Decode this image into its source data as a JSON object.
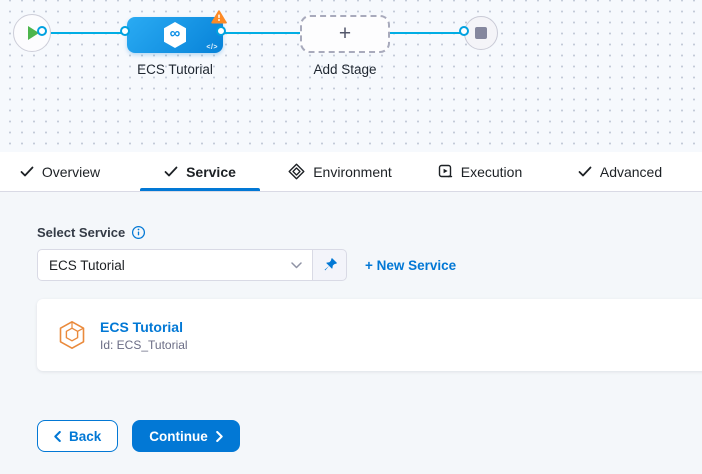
{
  "pipeline": {
    "stage": {
      "label": "ECS Tutorial",
      "infinity": "∞",
      "code_badge": "</>"
    },
    "add_stage": {
      "label": "Add Stage",
      "plus": "+"
    }
  },
  "tabs": {
    "overview": "Overview",
    "service": "Service",
    "environment": "Environment",
    "execution": "Execution",
    "advanced": "Advanced"
  },
  "service_panel": {
    "select_label": "Select Service",
    "select_value": "ECS Tutorial",
    "new_service": "+ New Service",
    "card": {
      "title": "ECS Tutorial",
      "id": "Id: ECS_Tutorial"
    }
  },
  "footer": {
    "back": "Back",
    "continue": "Continue"
  },
  "colors": {
    "primary": "#0278d5",
    "node_blue": "#0092e4",
    "connector": "#00ade4",
    "warning_orange": "#fd8a25",
    "success_green": "#4db54d"
  }
}
